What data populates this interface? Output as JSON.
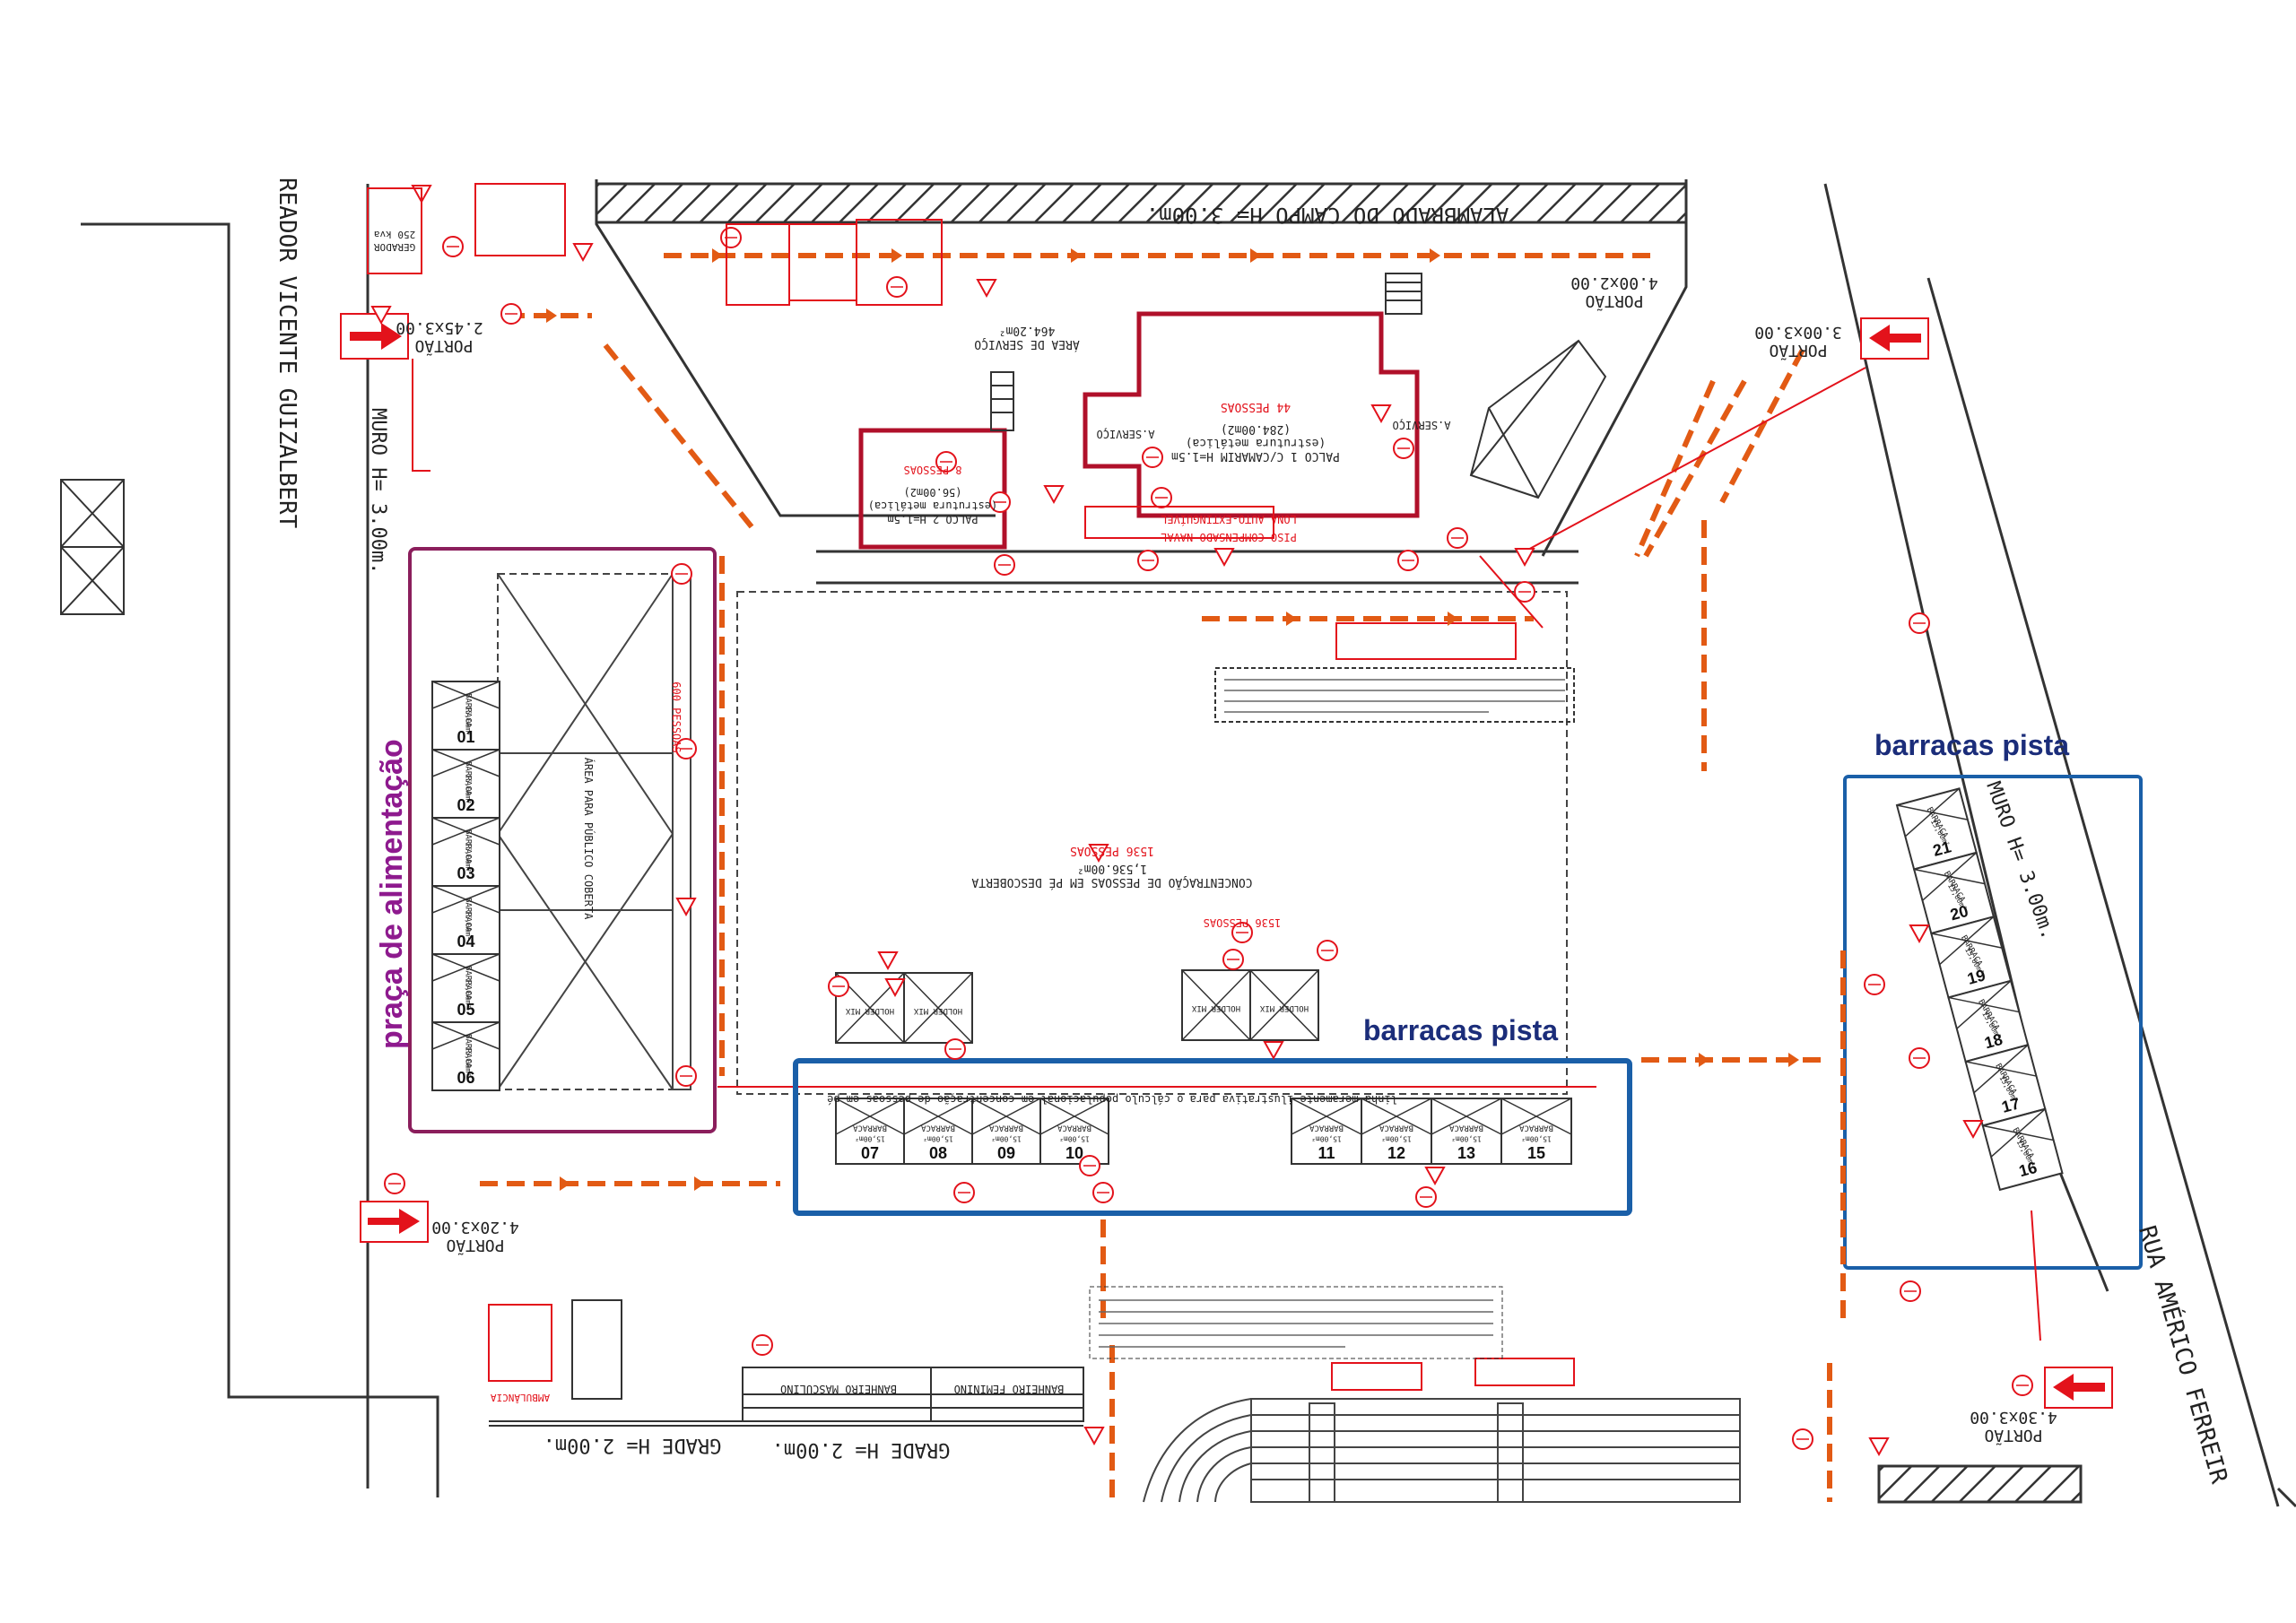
{
  "annotations": {
    "praca_alimentacao": "praça de alimentação",
    "barracas_pista_top": "barracas pista",
    "barracas_pista_mid": "barracas pista"
  },
  "streets": {
    "left": "READOR VICENTE GUIZALBERT",
    "right": "RUA AMÉRICO FERREIR"
  },
  "walls": {
    "alambrado": "ALAMBRADO DO CAMPO H= 3.00m.",
    "muro_left": "MURO H= 3.00m.",
    "muro_right": "MURO H= 3.00m.",
    "grade_1": "GRADE H= 2.00m.",
    "grade_2": "GRADE H= 2.00m."
  },
  "gates": {
    "left_top": {
      "label": "PORTÃO",
      "size": "2.45x3.00"
    },
    "left_bottom": {
      "label": "PORTÃO",
      "size": "4.20x3.00"
    },
    "top_right": {
      "label": "PORTÃO",
      "size": "4.00x2.00"
    },
    "right_top": {
      "label": "PORTÃO",
      "size": "3.00x3.00"
    },
    "right_bottom": {
      "label": "PORTÃO",
      "size": "4.30x3.00"
    }
  },
  "areas": {
    "palco1": {
      "title": "PALCO 1 C/CAMARIM H=1.5m",
      "sub": "(estrutura metálica)",
      "area": "(284.00m2)",
      "people": "44 PESSOAS"
    },
    "palco2": {
      "title": "PALCO 2 H=1.5m",
      "sub": "(estrutura metálica)",
      "area": "(56.00m2)",
      "people": "8 PESSOAS"
    },
    "area_servico": {
      "title": "ÁREA DE SERVIÇO",
      "area": "464.20m²"
    },
    "servico_left": "A.SERVIÇO",
    "servico_right": "A.SERVIÇO",
    "lona": "LONA AUTO-EXTINGUÍVEL",
    "piso": "PISO COMPENSADO NAVAL",
    "publico_coberta": {
      "title": "ÁREA PARA PÚBLICO COBERTA",
      "people": "600 PESSOAS"
    },
    "concentracao": {
      "title": "CONCENTRAÇÃO DE PESSOAS EM PÉ DESCOBERTA",
      "area": "1,536.00m²",
      "people": "1536 PESSOAS"
    },
    "pessoas_small": "1536 PESSOAS",
    "linha_note": "linha meramente ilustrativa para o cálculo populacional em concentração de pessoas em pé",
    "banheiro_masc": "BANHEIRO MASCULINO",
    "banheiro_fem": "BANHEIRO FEMININO",
    "ambulancia": "AMBULÂNCIA",
    "gerador": "GERADOR",
    "gerador_kva": "250 kva"
  },
  "barraca_label": "BARRACA",
  "barraca_area": "15,00m²",
  "holder_label": "HOLDER MIX",
  "food_stalls": [
    "01",
    "02",
    "03",
    "04",
    "05",
    "06"
  ],
  "pista_stalls_left": [
    "07",
    "08",
    "09",
    "10"
  ],
  "pista_stalls_right": [
    "11",
    "12",
    "13",
    "15"
  ],
  "pista_stalls_diagonal": [
    "21",
    "20",
    "19",
    "18",
    "17",
    "16"
  ],
  "colors": {
    "cad_red": "#e3121b",
    "route_orange": "#e25a14",
    "line_dark": "#333333",
    "purple": "#8e1a8e",
    "purple_box": "#8b1e5c",
    "blue_text": "#1b2d7a",
    "blue_box": "#1a5fa8"
  }
}
